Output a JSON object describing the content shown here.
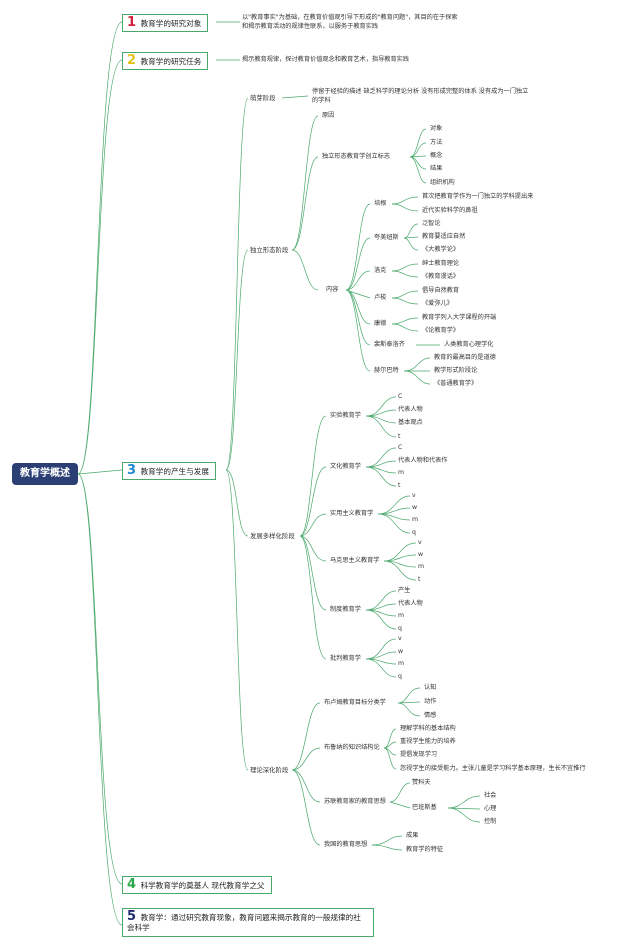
{
  "root": "教育学概述",
  "colors": {
    "root_bg": "#2b3f74",
    "line": "#4aa86b",
    "num1": "#d21f3c",
    "num2": "#e3c21a",
    "num3": "#1f8ad1",
    "num4": "#2aa84a",
    "num5": "#1f2a6e"
  },
  "topics": [
    {
      "num": "1",
      "label": "教育学的研究对象",
      "note": [
        "以\"教育事实\"为基础，在教育价值观引导下形成的\"教育问题\"，其目的在于探索",
        "和揭示教育活动的规律性联系，以服务于教育实践"
      ]
    },
    {
      "num": "2",
      "label": "教育学的研究任务",
      "note": [
        "揭示教育规律，探讨教育价值观念和教育艺术，指导教育实践"
      ]
    },
    {
      "num": "3",
      "label": "教育学的产生与发展"
    },
    {
      "num": "4",
      "label": "科学教育学的奠基人 现代教育学之父"
    },
    {
      "num": "5",
      "label": "教育学：通过研究教育现象，教育问题来揭示教育的一般规律的社会科学"
    }
  ],
  "stages": {
    "mengya": {
      "label": "萌芽阶段",
      "note": [
        "停留于经验的描述 缺乏科学的理论分析 没有形成完整的体系 没有成为一门独立",
        "的学科"
      ]
    },
    "duli": {
      "label": "独立形态阶段",
      "yuanyin": "原因",
      "biaozhi": {
        "label": "独立形态教育学创立标志",
        "items": [
          "对象",
          "方法",
          "概念",
          "结果",
          "组织机构"
        ]
      },
      "neirong": {
        "label": "内容",
        "people": [
          {
            "name": "培根",
            "items": [
              "首次把教育学作为一门独立的学科提出来",
              "近代实验科学的鼻祖"
            ]
          },
          {
            "name": "夸美纽斯",
            "items": [
              "泛智论",
              "教育要适应自然",
              "《大教学论》"
            ]
          },
          {
            "name": "洛克",
            "items": [
              "绅士教育理论",
              "《教育漫话》"
            ]
          },
          {
            "name": "卢梭",
            "items": [
              "倡导自然教育",
              "《爱弥儿》"
            ]
          },
          {
            "name": "康德",
            "items": [
              "教育学列入大学课程的开端",
              "《论教育学》"
            ]
          },
          {
            "name": "裴斯泰洛齐",
            "items": [
              "人类教育心理学化"
            ]
          },
          {
            "name": "赫尔巴特",
            "items": [
              "教育的最高目的是道德",
              "教学形式阶段论",
              "《普通教育学》"
            ]
          }
        ]
      }
    },
    "duoyang": {
      "label": "发展多样化阶段",
      "branches": [
        {
          "name": "实验教育学",
          "items": [
            "C",
            "代表人物",
            "基本观点",
            "t"
          ]
        },
        {
          "name": "文化教育学",
          "items": [
            "C",
            "代表人物和代表作",
            "m",
            "t"
          ]
        },
        {
          "name": "实用主义教育学",
          "items": [
            "v",
            "w",
            "m",
            "q"
          ]
        },
        {
          "name": "马克思主义教育学",
          "items": [
            "v",
            "w",
            "m",
            "t"
          ]
        },
        {
          "name": "制度教育学",
          "items": [
            "产生",
            "代表人物",
            "m",
            "q"
          ]
        },
        {
          "name": "批判教育学",
          "items": [
            "v",
            "w",
            "m",
            "q"
          ]
        }
      ]
    },
    "lilun": {
      "label": "理论深化阶段",
      "branches": [
        {
          "name": "布卢姆教育目标分类学",
          "items": [
            "认知",
            "动作",
            "情感"
          ]
        },
        {
          "name": "布鲁纳的知识结构论",
          "items": [
            "理解学科的基本结构",
            "重视学生能力的培养",
            "提倡发现学习",
            "忽视学生的接受能力。主张儿童是学习科学基本原理，生长不宜推行"
          ]
        },
        {
          "name": "苏联教育家的教育思想",
          "items": [
            "赞科夫",
            "巴班斯基"
          ],
          "sub": [
            "社会",
            "心理",
            "控制"
          ]
        },
        {
          "name": "我国的教育思想",
          "items": [
            "成果",
            "教育学的特征"
          ]
        }
      ]
    }
  }
}
